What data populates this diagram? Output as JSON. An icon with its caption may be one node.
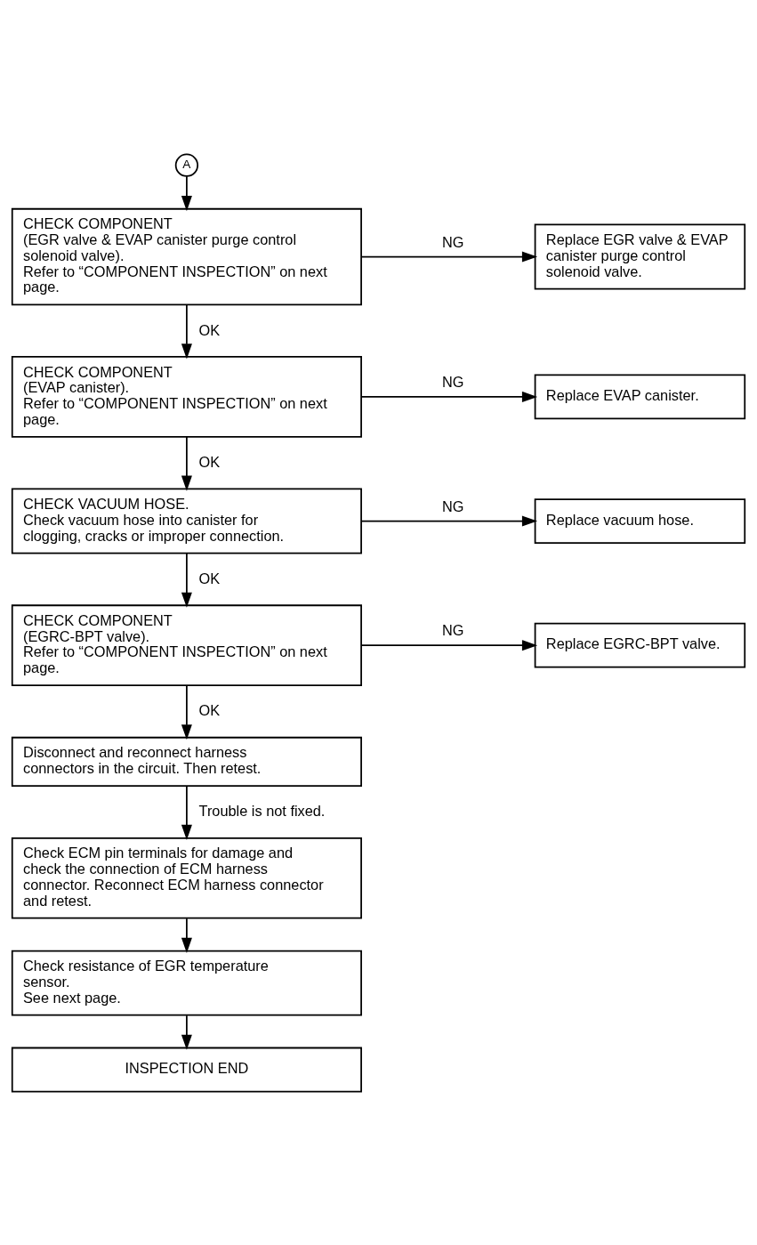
{
  "diagram": {
    "nodes": [
      {
        "text": [
          "A"
        ]
      },
      {
        "text": [
          "CHECK COMPONENT",
          "(EGR valve & EVAP canister purge control solenoid valve).",
          "Refer to “COMPONENT INSPECTION” on next page."
        ]
      },
      {
        "text": [
          "Replace EGR valve & EVAP canister purge control solenoid valve."
        ]
      },
      {
        "text": [
          "CHECK COMPONENT",
          "(EVAP canister).",
          "Refer to “COMPONENT INSPECTION” on next page."
        ]
      },
      {
        "text": [
          "Replace EVAP canister."
        ]
      },
      {
        "text": [
          "CHECK VACUUM HOSE.",
          "Check vacuum hose into canister for clogging, cracks or improper connection."
        ]
      },
      {
        "text": [
          "Replace vacuum hose."
        ]
      },
      {
        "text": [
          "CHECK COMPONENT",
          "(EGRC-BPT valve).",
          "Refer to “COMPONENT INSPECTION” on next page."
        ]
      },
      {
        "text": [
          "Replace EGRC-BPT valve."
        ]
      },
      {
        "text": [
          "Disconnect and reconnect harness connectors in the circuit. Then retest."
        ]
      },
      {
        "text": [
          "Check ECM pin terminals for damage and check the connection of ECM harness connector. Reconnect ECM harness connector and retest."
        ]
      },
      {
        "text": [
          "Check resistance of EGR temperature sensor.",
          "See next page."
        ]
      },
      {
        "text": [
          "INSPECTION END"
        ]
      }
    ],
    "edges": [
      {
        "from": 0,
        "to": 1,
        "arrow": "to"
      },
      {
        "from": 1,
        "to": 2,
        "arrow": "to",
        "label": "NG"
      },
      {
        "from": 1,
        "to": 3,
        "arrow": "to",
        "label": "OK"
      },
      {
        "from": 3,
        "to": 4,
        "arrow": "to",
        "label": "NG"
      },
      {
        "from": 3,
        "to": 5,
        "arrow": "to",
        "label": "OK"
      },
      {
        "from": 5,
        "to": 6,
        "arrow": "to",
        "label": "NG"
      },
      {
        "from": 5,
        "to": 7,
        "arrow": "to",
        "label": "OK"
      },
      {
        "from": 7,
        "to": 8,
        "arrow": "to",
        "label": "NG"
      },
      {
        "from": 7,
        "to": 9,
        "arrow": "to",
        "label": "OK"
      },
      {
        "from": 9,
        "to": 10,
        "arrow": "to",
        "label": "Trouble is not fixed."
      },
      {
        "from": 10,
        "to": 11,
        "arrow": "to"
      },
      {
        "from": 11,
        "to": 12,
        "arrow": "to"
      }
    ]
  }
}
